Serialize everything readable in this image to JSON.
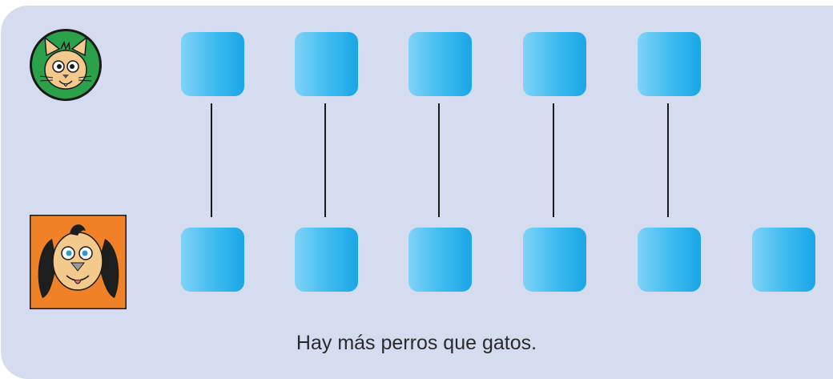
{
  "caption": "Hay más perros que gatos.",
  "cat_count": 5,
  "dog_count": 6,
  "pairs_connected": 5,
  "colors": {
    "panel": "#d6dcef",
    "square": "#3cbaf0",
    "cat_badge": "#2ba24a",
    "dog_badge": "#f08126"
  },
  "icons": {
    "cat": "cat-face-icon",
    "dog": "dog-face-icon"
  }
}
